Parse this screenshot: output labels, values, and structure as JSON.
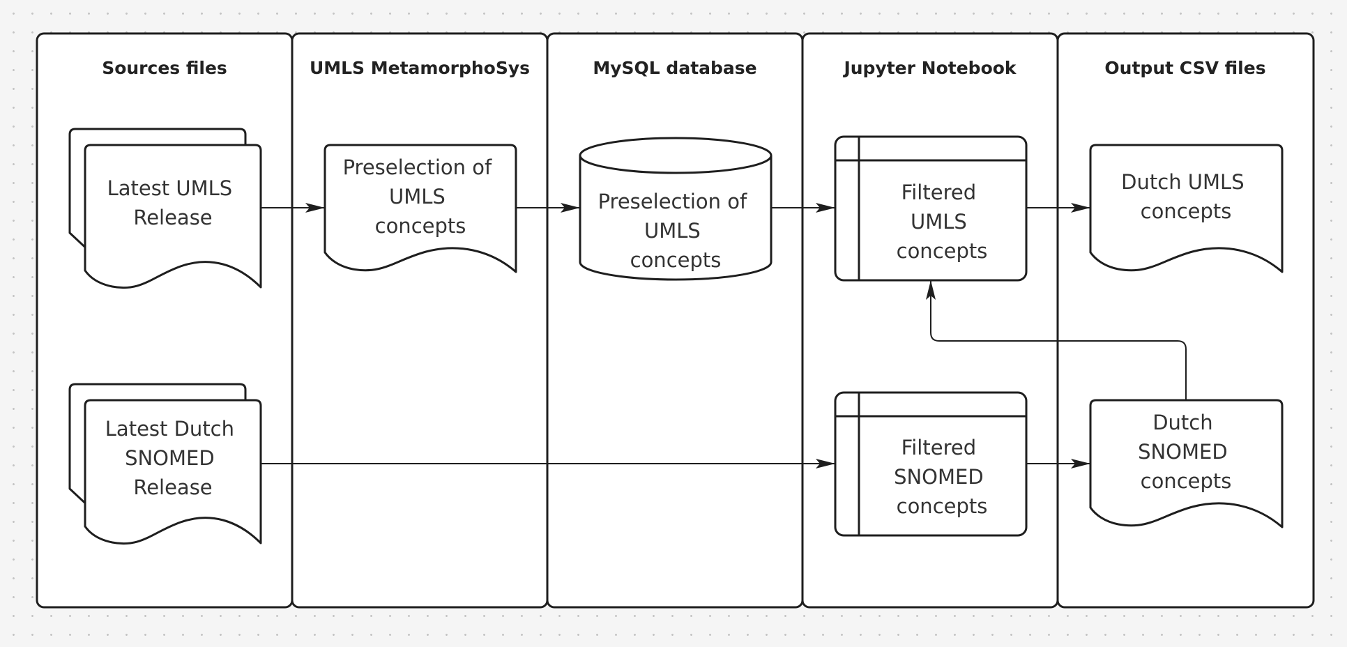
{
  "lanes": [
    {
      "title": "Sources files"
    },
    {
      "title": "UMLS MetamorphoSys"
    },
    {
      "title": "MySQL database"
    },
    {
      "title": "Jupyter Notebook"
    },
    {
      "title": "Output CSV files"
    }
  ],
  "nodes": {
    "latest_umls_release": {
      "lines": [
        "Latest UMLS",
        "Release"
      ]
    },
    "latest_dutch_snomed_release": {
      "lines": [
        "Latest Dutch",
        "SNOMED",
        "Release"
      ]
    },
    "preselection_metamorphosys": {
      "lines": [
        "Preselection of",
        "UMLS",
        "concepts"
      ]
    },
    "preselection_mysql": {
      "lines": [
        "Preselection of",
        "UMLS",
        "concepts"
      ]
    },
    "filtered_umls": {
      "lines": [
        "Filtered",
        "UMLS",
        "concepts"
      ]
    },
    "filtered_snomed": {
      "lines": [
        "Filtered",
        "SNOMED",
        "concepts"
      ]
    },
    "dutch_umls": {
      "lines": [
        "Dutch UMLS",
        "concepts"
      ]
    },
    "dutch_snomed": {
      "lines": [
        "Dutch",
        "SNOMED",
        "concepts"
      ]
    }
  },
  "edges": [
    {
      "from": "latest_umls_release",
      "to": "preselection_metamorphosys"
    },
    {
      "from": "preselection_metamorphosys",
      "to": "preselection_mysql"
    },
    {
      "from": "preselection_mysql",
      "to": "filtered_umls"
    },
    {
      "from": "filtered_umls",
      "to": "dutch_umls"
    },
    {
      "from": "latest_dutch_snomed_release",
      "to": "filtered_snomed"
    },
    {
      "from": "filtered_snomed",
      "to": "dutch_snomed"
    },
    {
      "from": "dutch_snomed",
      "to": "filtered_umls"
    }
  ],
  "colors": {
    "stroke": "#1e1e1e",
    "fill": "#ffffff",
    "canvas": "#f5f5f5",
    "grid_dot": "#c4c4c4",
    "text": "#333333"
  }
}
